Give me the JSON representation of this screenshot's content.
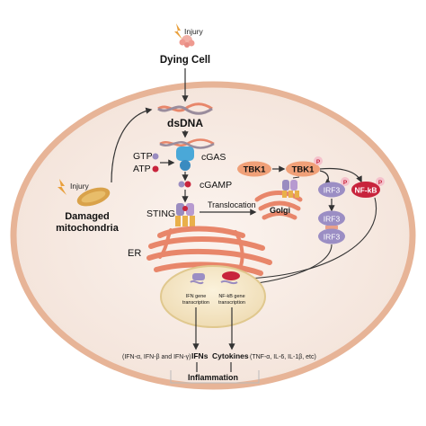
{
  "labels": {
    "injury_top": "Injury",
    "dying_cell": "Dying Cell",
    "dsdna": "dsDNA",
    "gtp": "GTP",
    "atp": "ATP",
    "cgas": "cGAS",
    "cgamp": "cGAMP",
    "injury_left": "Injury",
    "damaged": "Damaged",
    "mitochondria": "mitochondria",
    "sting": "STING",
    "translocation": "Translocation",
    "golgi": "Golgi",
    "er": "ER",
    "tbk1_left": "TBK1",
    "tbk1_right": "TBK1",
    "irf3_a": "IRF3",
    "irf3_b": "IRF3",
    "irf3_c": "IRF3",
    "nfkb": "NF-kB",
    "p1": "P",
    "p2": "P",
    "p3": "P",
    "ifn_gene_1": "IFN gene",
    "ifn_gene_2": "transcription",
    "nfkb_gene_1": "NF-kB gene",
    "nfkb_gene_2": "transcription",
    "ifn_list": "(IFN-α, IFN-β and IFN-γ)",
    "ifns": "IFNs",
    "cytokines": "Cytokines",
    "cytokine_list": "(TNF-α, IL-6, IL-1β, etc)",
    "inflammation": "Inflammation"
  },
  "colors": {
    "cell_fill": "#f7ece5",
    "cell_border": "#e8b89a",
    "er_fill": "#e8866a",
    "tbk1": "#f0a078",
    "irf3": "#9b8ec4",
    "nfkb": "#c8243c",
    "mito": "#d9a24a",
    "nucleus": "#f3e6c7",
    "injury": "#e9a03c"
  }
}
